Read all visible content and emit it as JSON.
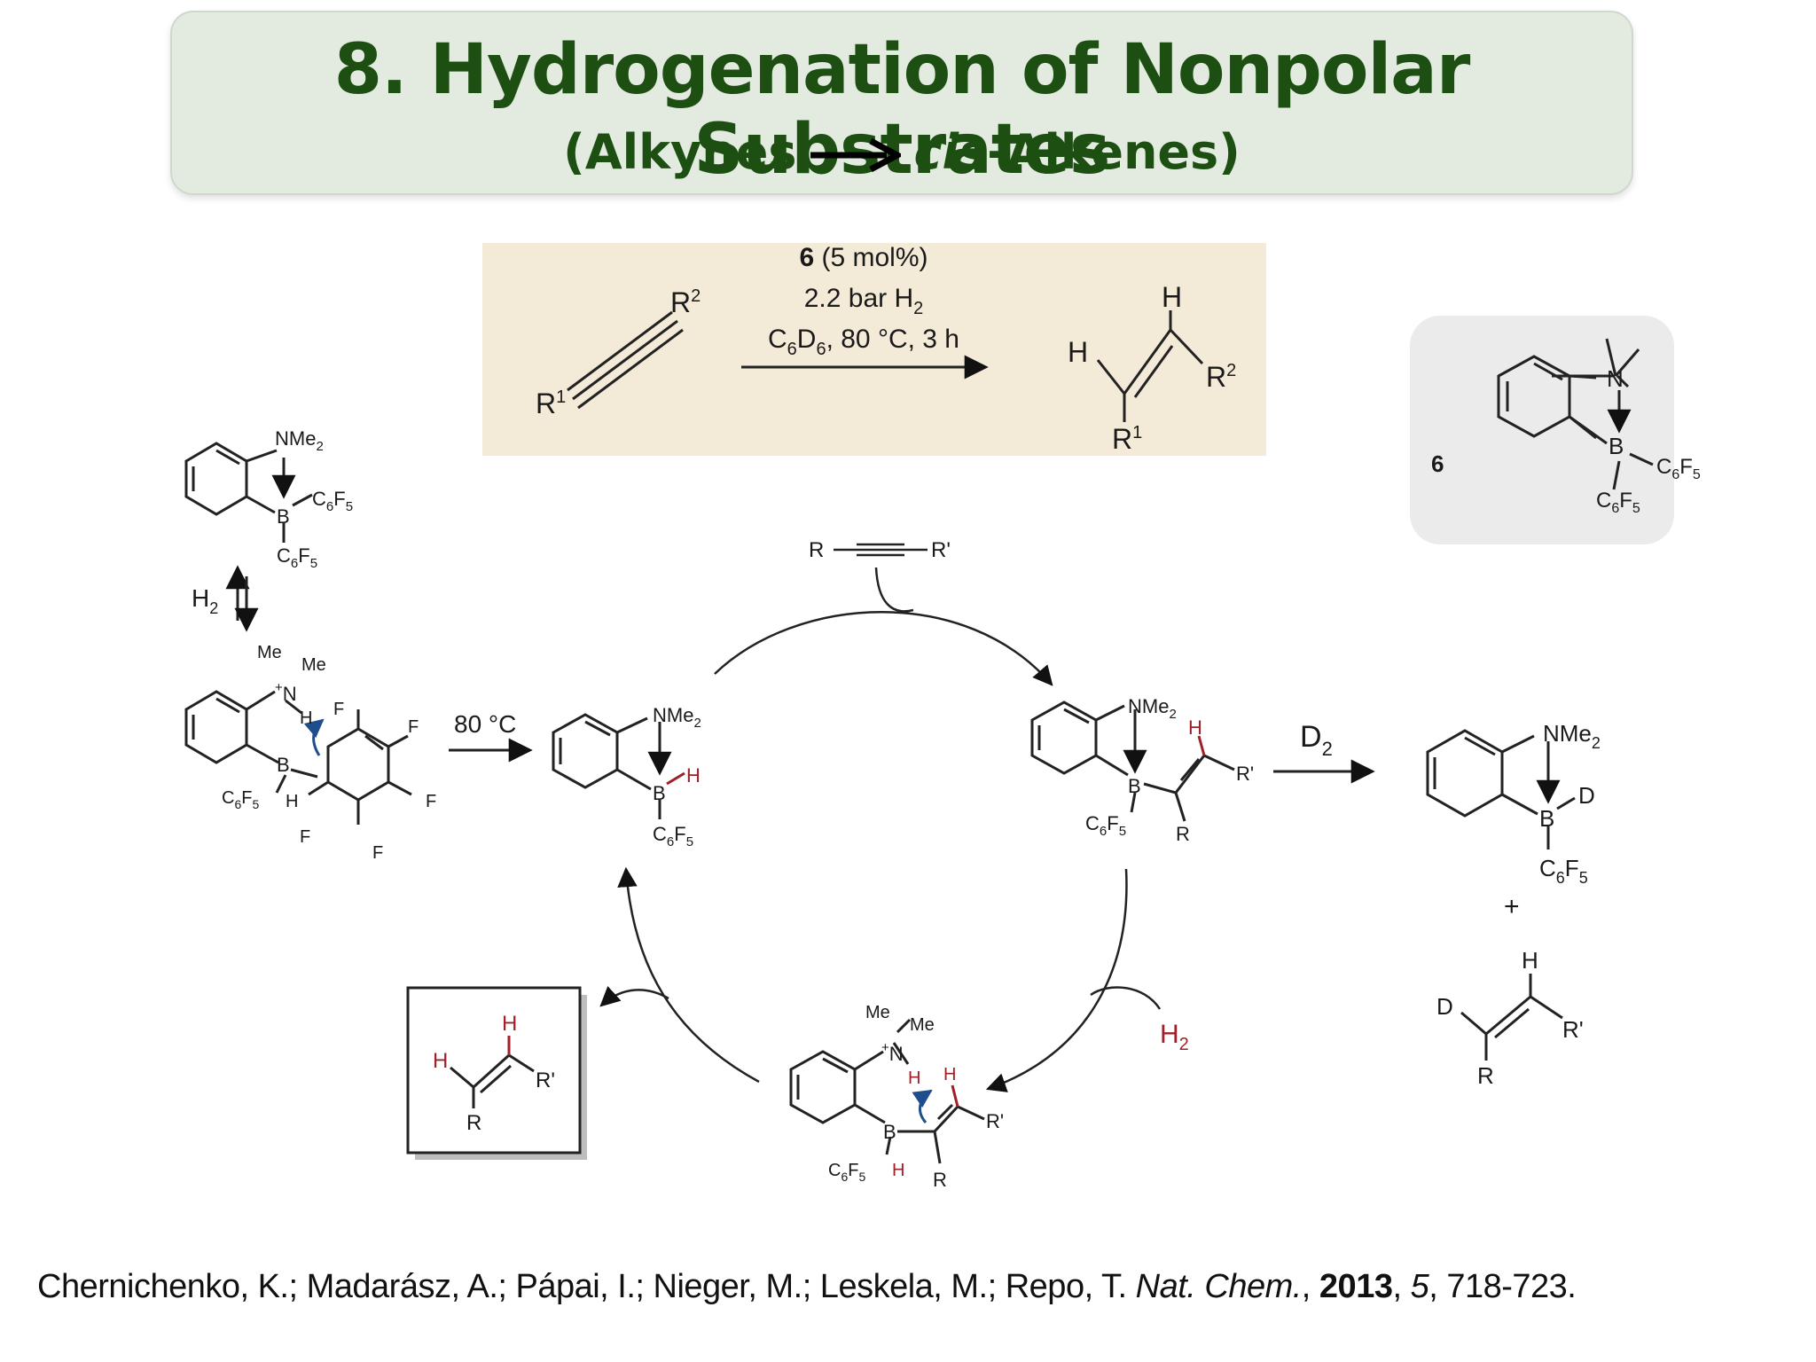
{
  "title": {
    "main": "8. Hydrogenation of Nonpolar Substrates",
    "sub_left": "(Alkynes",
    "sub_italic": "cis",
    "sub_right": "-Alkenes)"
  },
  "reaction": {
    "catalyst_num": "6",
    "catalyst_load": "(5 mol%)",
    "pressure": "2.2 bar H",
    "solvent": "C",
    "conditions": ", 80 °C, 3 h",
    "r1": "R",
    "r2": "R",
    "h": "H"
  },
  "catalyst": {
    "label": "6"
  },
  "cycle": {
    "h2": "H",
    "temp": "80 °C",
    "d2": "D",
    "h2_red": "H",
    "alkyne_r": "R",
    "alkyne_rp": "R'",
    "nme2": "NMe",
    "me": "Me",
    "b": "B",
    "h": "H",
    "d": "D",
    "f": "F",
    "r": "R",
    "rp": "R'",
    "plus": "+",
    "n": "N"
  },
  "citation": {
    "authors": "Chernichenko, K.; Madarász, A.; Pápai, I.; Nieger, M.; Leskela, M.; Repo, T. ",
    "journal": "Nat. Chem.",
    "sep1": ", ",
    "year": "2013",
    "sep2": ", ",
    "volume": "5",
    "pages": ", 718-723."
  }
}
